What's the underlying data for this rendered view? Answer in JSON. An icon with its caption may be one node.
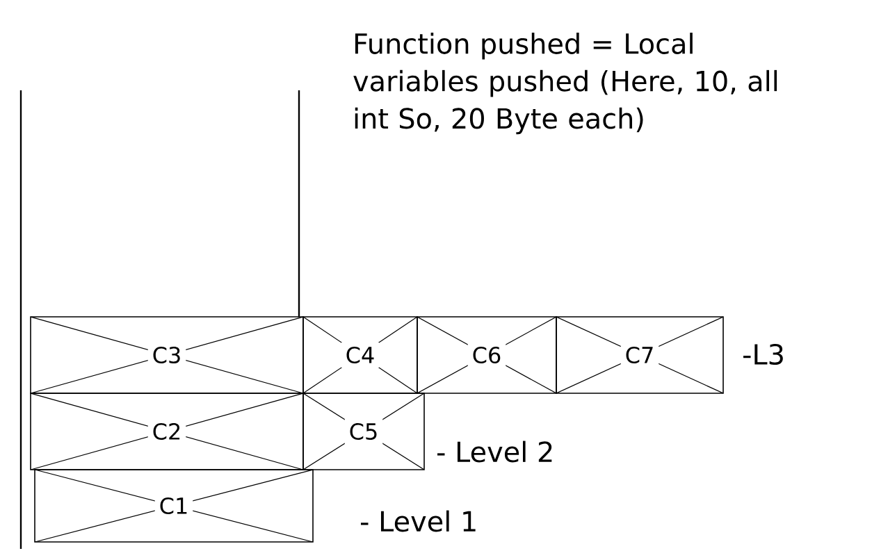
{
  "diagram": {
    "nodes": [
      {
        "text": [
          "C3"
        ]
      },
      {
        "text": [
          "C4"
        ]
      },
      {
        "text": [
          "C6"
        ]
      },
      {
        "text": [
          "C7"
        ]
      },
      {
        "text": [
          "C2"
        ]
      },
      {
        "text": [
          "C5"
        ]
      },
      {
        "text": [
          "C1"
        ]
      }
    ],
    "labels": [
      "Function pushed = Local variables pushed (Here, 10, all int So, 20 Byte each)",
      "-L3",
      "- Level 2",
      "- Level 1"
    ]
  }
}
